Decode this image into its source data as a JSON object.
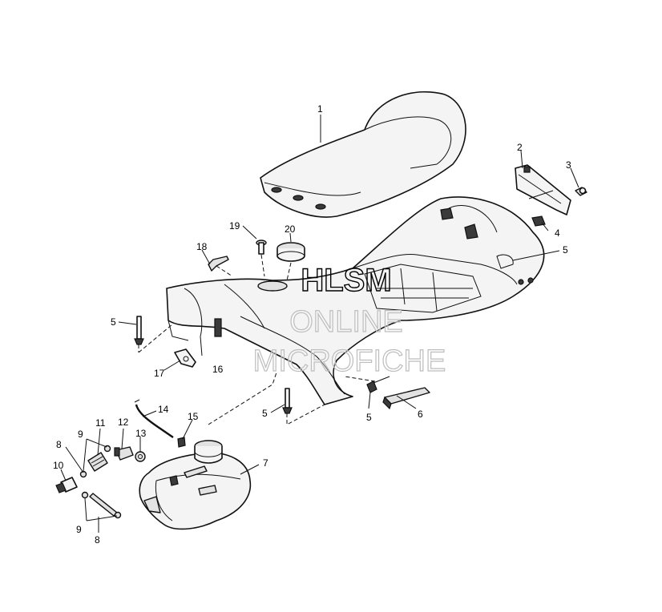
{
  "watermark": {
    "line1": "HLSM",
    "line2": "ONLINE",
    "line3": "MICROFICHE"
  },
  "callouts": [
    {
      "id": "c1",
      "text": "1"
    },
    {
      "id": "c2",
      "text": "2"
    },
    {
      "id": "c3",
      "text": "3"
    },
    {
      "id": "c4",
      "text": "4"
    },
    {
      "id": "c5a",
      "text": "5"
    },
    {
      "id": "c5b",
      "text": "5"
    },
    {
      "id": "c5c",
      "text": "5"
    },
    {
      "id": "c5d",
      "text": "5"
    },
    {
      "id": "c6",
      "text": "6"
    },
    {
      "id": "c7",
      "text": "7"
    },
    {
      "id": "c8a",
      "text": "8"
    },
    {
      "id": "c8b",
      "text": "8"
    },
    {
      "id": "c9a",
      "text": "9"
    },
    {
      "id": "c9b",
      "text": "9"
    },
    {
      "id": "c10",
      "text": "10"
    },
    {
      "id": "c11",
      "text": "11"
    },
    {
      "id": "c12",
      "text": "12"
    },
    {
      "id": "c13",
      "text": "13"
    },
    {
      "id": "c14",
      "text": "14"
    },
    {
      "id": "c15",
      "text": "15"
    },
    {
      "id": "c16",
      "text": "16"
    },
    {
      "id": "c17",
      "text": "17"
    },
    {
      "id": "c18",
      "text": "18"
    },
    {
      "id": "c19",
      "text": "19"
    },
    {
      "id": "c20",
      "text": "20"
    }
  ]
}
